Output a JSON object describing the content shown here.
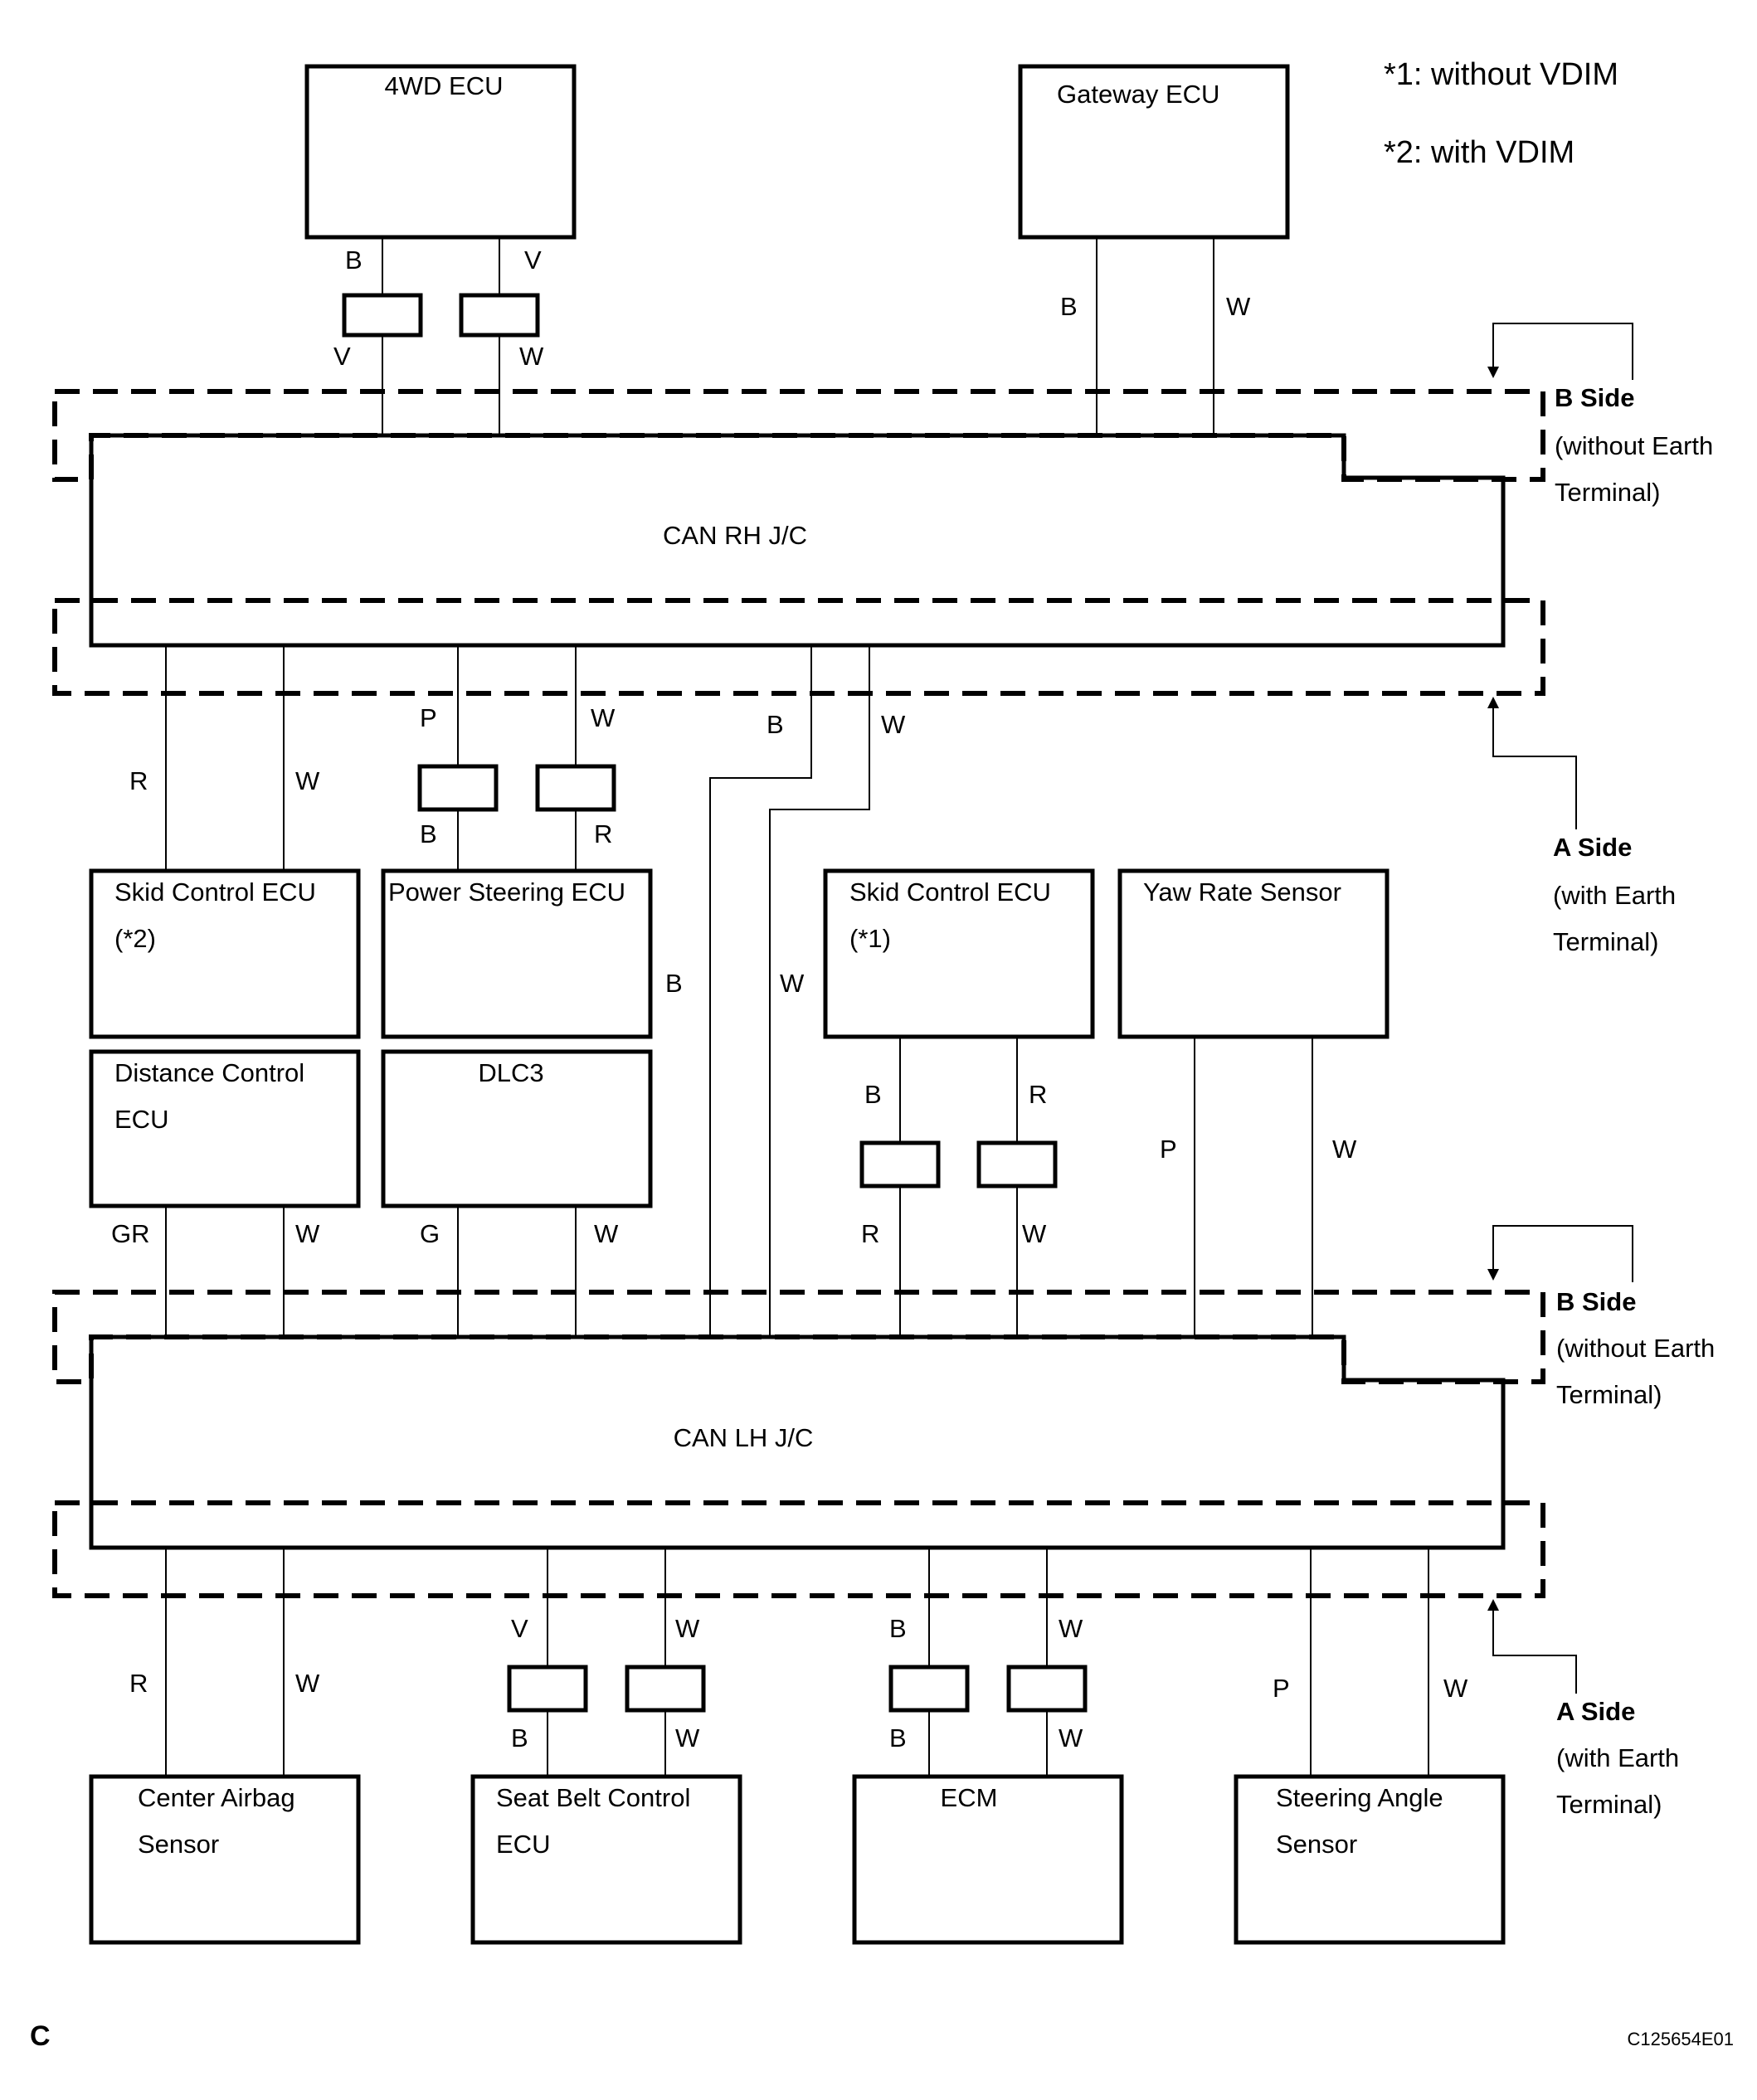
{
  "notes": {
    "n1": "*1: without VDIM",
    "n2": "*2: with VDIM"
  },
  "units": {
    "ecu_4wd": [
      "4WD ECU"
    ],
    "gateway_ecu": [
      "Gateway ECU"
    ],
    "can_rh_jc": [
      "CAN RH J/C"
    ],
    "can_lh_jc": [
      "CAN LH J/C"
    ],
    "skid_control_ecu_vdim": [
      "Skid Control ECU",
      "(*2)"
    ],
    "power_steering_ecu": [
      "Power Steering ECU"
    ],
    "skid_control_ecu_no_vdim": [
      "Skid Control ECU",
      "(*1)"
    ],
    "yaw_rate_sensor": [
      "Yaw Rate Sensor"
    ],
    "distance_control_ecu": [
      "Distance Control",
      "ECU"
    ],
    "dlc3": [
      "DLC3"
    ],
    "center_airbag_sensor": [
      "Center Airbag",
      "Sensor"
    ],
    "seat_belt_control_ecu": [
      "Seat Belt Control",
      "ECU"
    ],
    "ecm": [
      "ECM"
    ],
    "steering_angle_sensor": [
      "Steering Angle",
      "Sensor"
    ]
  },
  "side_labels": {
    "rh_b_side": [
      "B Side",
      "(without Earth",
      "Terminal)"
    ],
    "rh_a_side": [
      "A Side",
      "(with Earth",
      "Terminal)"
    ],
    "lh_b_side": [
      "B Side",
      "(without Earth",
      "Terminal)"
    ],
    "lh_a_side": [
      "A Side",
      "(with Earth",
      "Terminal)"
    ]
  },
  "wire_colors": {
    "ecu4wd_upper": [
      "B",
      "V"
    ],
    "ecu4wd_lower": [
      "V",
      "W"
    ],
    "gateway": [
      "B",
      "W"
    ],
    "skid2_rh": [
      "R",
      "W"
    ],
    "ps_upper": [
      "P",
      "W"
    ],
    "ps_lower": [
      "B",
      "R"
    ],
    "through_upper": [
      "B",
      "W"
    ],
    "through_mid": [
      "B",
      "W"
    ],
    "skid1_upper": [
      "B",
      "R"
    ],
    "skid1_lower": [
      "R",
      "W"
    ],
    "yaw": [
      "P",
      "W"
    ],
    "dist": [
      "GR",
      "W"
    ],
    "dlc3": [
      "G",
      "W"
    ],
    "airbag": [
      "R",
      "W"
    ],
    "seatbelt_upper": [
      "V",
      "W"
    ],
    "seatbelt_lower": [
      "B",
      "W"
    ],
    "ecm_upper": [
      "B",
      "W"
    ],
    "ecm_lower": [
      "B",
      "W"
    ],
    "steering": [
      "P",
      "W"
    ]
  },
  "footer": {
    "corner_letter": "C",
    "figure_id": "C125654E01"
  }
}
